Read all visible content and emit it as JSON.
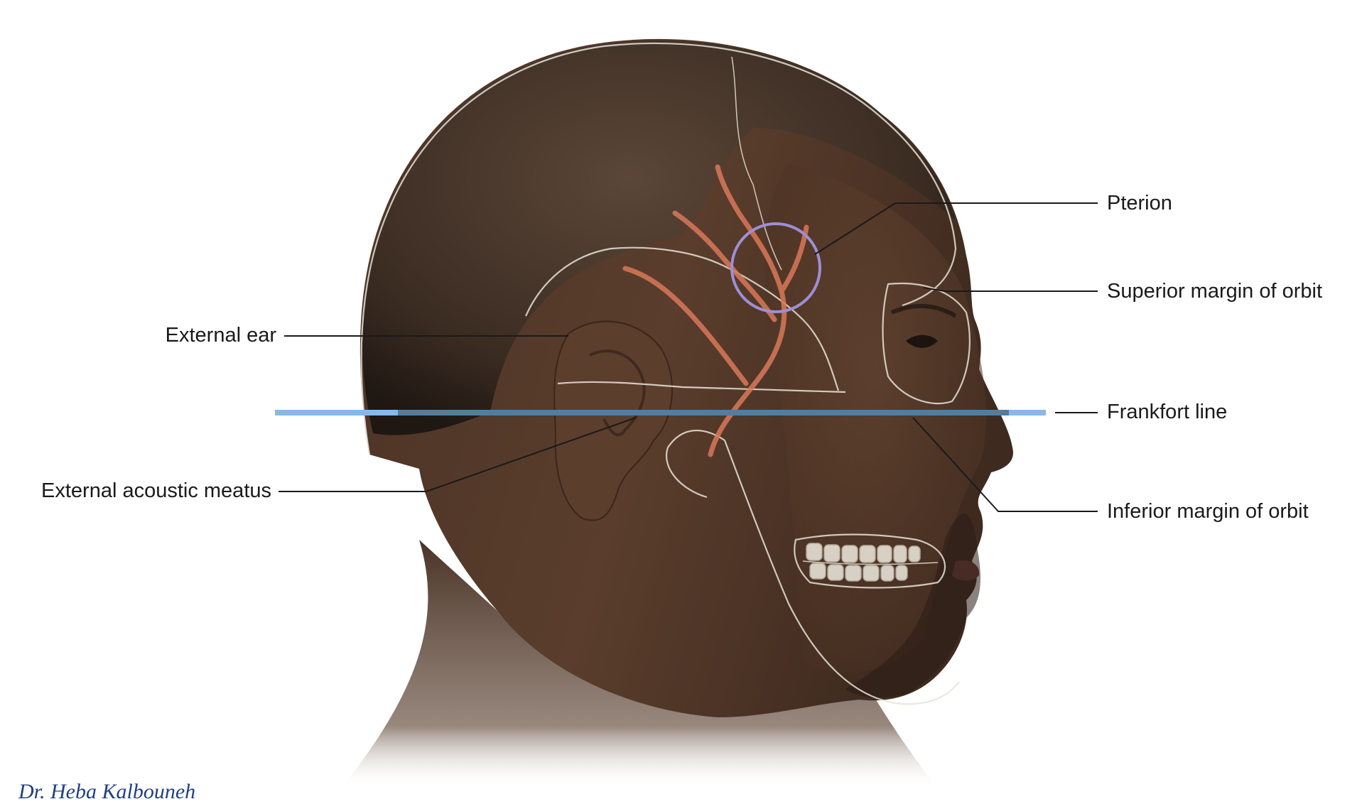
{
  "labels": {
    "external_ear": "External ear",
    "external_acoustic_meatus": "External acoustic meatus",
    "pterion": "Pterion",
    "superior_margin_of_orbit": "Superior margin of orbit",
    "frankfort_line": "Frankfort line",
    "inferior_margin_of_orbit": "Inferior margin of orbit"
  },
  "credit": "Dr. Heba Kalbouneh",
  "colors": {
    "frankfort_line": "#8ab8e6",
    "pterion_circle": "#9d8fd6",
    "artery": "#d9785a",
    "skull_outline": "#e8e3d8",
    "leader_line": "#1a1a1a",
    "credit_text": "#1f3f86"
  }
}
